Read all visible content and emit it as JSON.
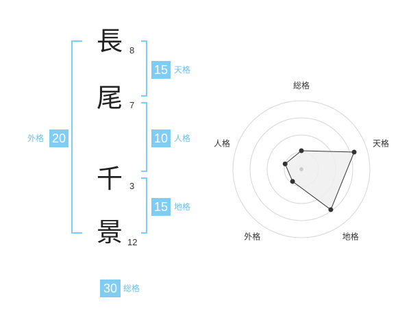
{
  "name": {
    "chars": [
      {
        "char": "長",
        "strokes": "8"
      },
      {
        "char": "尾",
        "strokes": "7"
      },
      {
        "char": "千",
        "strokes": "3"
      },
      {
        "char": "景",
        "strokes": "12"
      }
    ]
  },
  "kaku": {
    "tenkaku": {
      "value": "15",
      "label": "天格"
    },
    "jinkaku": {
      "value": "10",
      "label": "人格"
    },
    "chikaku": {
      "value": "15",
      "label": "地格"
    },
    "gaikaku": {
      "value": "20",
      "label": "外格"
    },
    "soukaku": {
      "value": "30",
      "label": "総格"
    }
  },
  "colors": {
    "accent": "#7fcdf3",
    "bracket": "#7fcdf3",
    "label": "#6cbfe8"
  },
  "chart_data": {
    "type": "radar",
    "axes": [
      "総格",
      "天格",
      "地格",
      "外格",
      "人格"
    ],
    "values": [
      0.27,
      0.81,
      0.73,
      0.22,
      0.25
    ],
    "rings": 4,
    "range": [
      0,
      1
    ]
  }
}
